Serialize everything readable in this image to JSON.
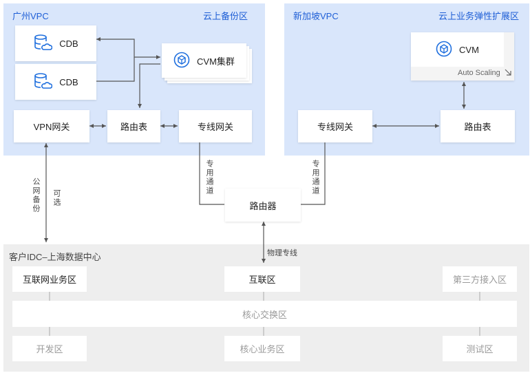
{
  "regions": {
    "guangzhou": {
      "title": "广州VPC",
      "subtitle": "云上备份区"
    },
    "singapore": {
      "title": "新加坡VPC",
      "subtitle": "云上业务弹性扩展区"
    },
    "idc": {
      "title": "客户IDC–上海数据中心"
    }
  },
  "nodes": {
    "cdb1": "CDB",
    "cdb2": "CDB",
    "cvm_cluster": "CVM集群",
    "vpn_gw": "VPN网关",
    "gz_route_table": "路由表",
    "gz_dc_gw": "专线网关",
    "sg_cvm": "CVM",
    "auto_scaling": "Auto Scaling",
    "sg_dc_gw": "专线网关",
    "sg_route_table": "路由表",
    "router": "路由器",
    "internet_zone": "互联网业务区",
    "interconnect_zone": "互联区",
    "third_party_zone": "第三方接入区",
    "core_switch": "核心交换区",
    "dev_zone": "开发区",
    "core_business_zone": "核心业务区",
    "test_zone": "测试区"
  },
  "labels": {
    "dedicated_channel_left": "专用通道",
    "dedicated_channel_right": "专用通道",
    "public_backup": "公网备份",
    "optional": "可选",
    "physical_line": "物理专线"
  },
  "colors": {
    "vpc_bg": "#d9e6fb",
    "idc_bg": "#eeeeee",
    "accent": "#1f6fde",
    "line": "#555555"
  }
}
